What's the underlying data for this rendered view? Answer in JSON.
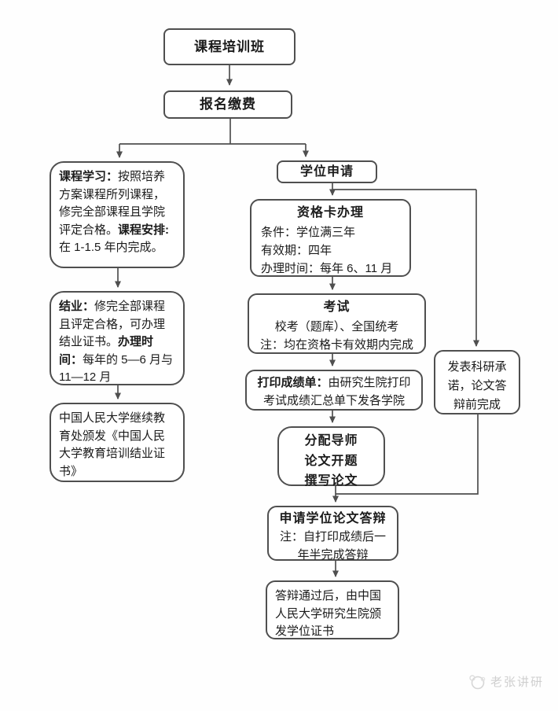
{
  "page": {
    "background": "#ffffff",
    "line_color": "#4f4f4f",
    "text_color": "#1b1b1b"
  },
  "nodes": {
    "training_class": {
      "title": "课程培训班"
    },
    "registration": {
      "title": "报名缴费"
    },
    "course_study": {
      "label1": "课程学习：",
      "text1": "按照培养方案课程所列课程，修完全部课程且学院评定合格。",
      "label2": "课程安排:",
      "text2": "在 1-1.5 年内完成。"
    },
    "completion": {
      "label1": "结业：",
      "text1": "修完全部课程且评定合格，可办理结业证书。",
      "label2": "办理时间：",
      "text2": "每年的 5—6 月与 11—12 月"
    },
    "completion_cert": {
      "text": "中国人民大学继续教育处颁发《中国人民大学教育培训结业证书》"
    },
    "degree_application": {
      "title": "学位申请"
    },
    "qualification_card": {
      "title": "资格卡办理",
      "line1": "条件：学位满三年",
      "line2": "有效期：四年",
      "line3": "办理时间：每年 6、11 月"
    },
    "exam": {
      "title": "考试",
      "line1": "校考（题库）、全国统考",
      "line2": "注：均在资格卡有效期内完成"
    },
    "print_transcript": {
      "label": "打印成绩单：",
      "text": "由研究生院打印考试成绩汇总单下发各学院"
    },
    "thesis_prep": {
      "line1": "分配导师",
      "line2": "论文开题",
      "line3": "撰写论文"
    },
    "research_commitment": {
      "text": "发表科研承诺，论文答辩前完成"
    },
    "defense_application": {
      "title": "申请学位论文答辩",
      "note": "注：自打印成绩后一年半完成答辩"
    },
    "degree_cert": {
      "text": "答辩通过后，由中国人民大学研究生院颁发学位证书"
    }
  },
  "watermark": {
    "text": "老张讲研"
  }
}
